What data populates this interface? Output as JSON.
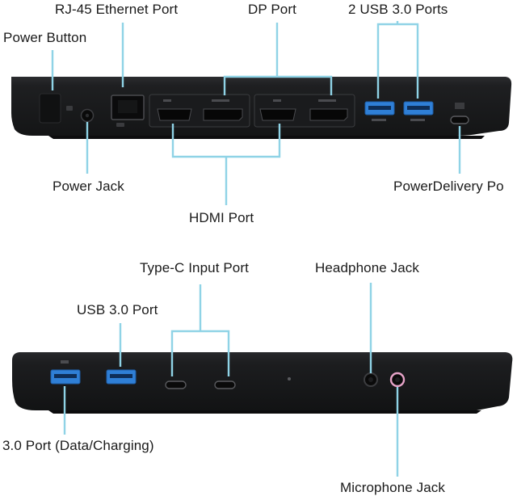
{
  "top_panel": {
    "labels": {
      "power_button": "Power Button",
      "rj45": "RJ-45 Ethernet Port",
      "dp_port": "DP Port",
      "usb_ports": "2 USB 3.0 Ports",
      "power_jack": "Power Jack",
      "hdmi_port": "HDMI Port",
      "power_delivery": "PowerDelivery Po"
    }
  },
  "bottom_panel": {
    "labels": {
      "typec_input": "Type-C Input Port",
      "headphone": "Headphone Jack",
      "usb30": "USB 3.0 Port",
      "usb_data_charging": "3.0 Port (Data/Charging)",
      "microphone": "Microphone Jack"
    }
  },
  "colors": {
    "callout_line": "#8fd3e6",
    "device_body": "#1b1c1e",
    "usb_blue": "#2f7fd6",
    "mic_pink": "#e6a3c8"
  }
}
